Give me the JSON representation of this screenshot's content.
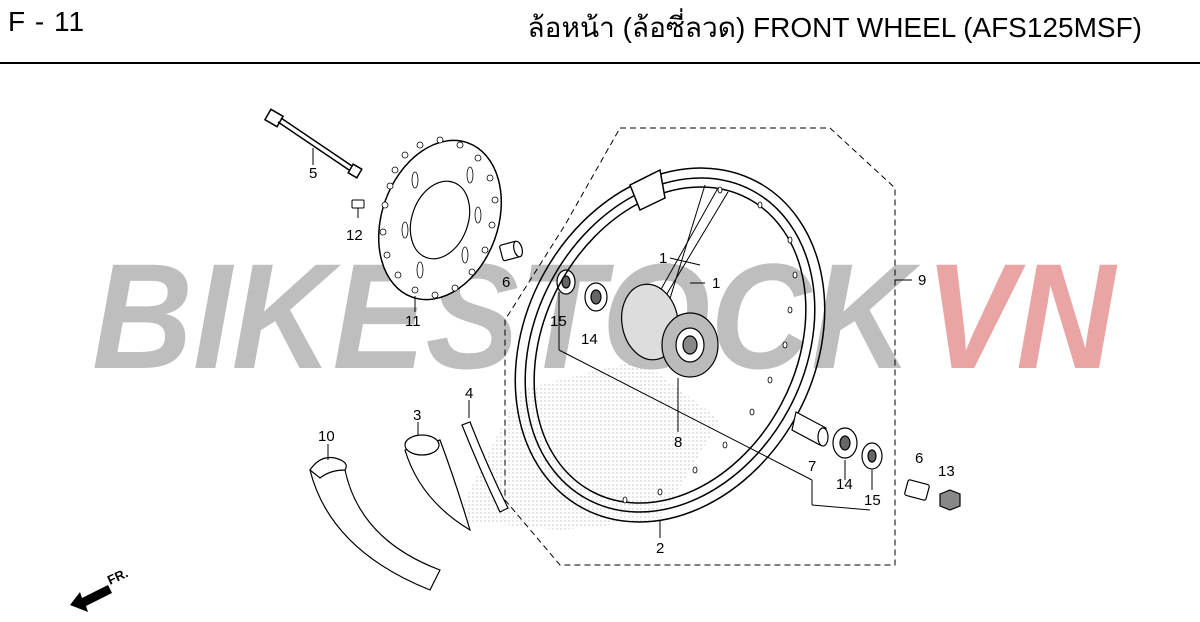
{
  "header": {
    "code": "F - 11",
    "title": "ล้อหน้า (ล้อซี่ลวด)  FRONT WHEEL (AFS125MSF)"
  },
  "watermark": {
    "part1": "BIKESTOCK",
    "part2": "VN",
    "color1": "#b3b3b3",
    "color2": "#e89595"
  },
  "direction_label": "FR.",
  "callouts": {
    "c1a": "1",
    "c1b": "1",
    "c2": "2",
    "c3": "3",
    "c4": "4",
    "c5": "5",
    "c6a": "6",
    "c6b": "6",
    "c7": "7",
    "c8": "8",
    "c9": "9",
    "c10": "10",
    "c11": "11",
    "c12": "12",
    "c13": "13",
    "c14a": "14",
    "c14b": "14",
    "c15a": "15",
    "c15b": "15"
  }
}
